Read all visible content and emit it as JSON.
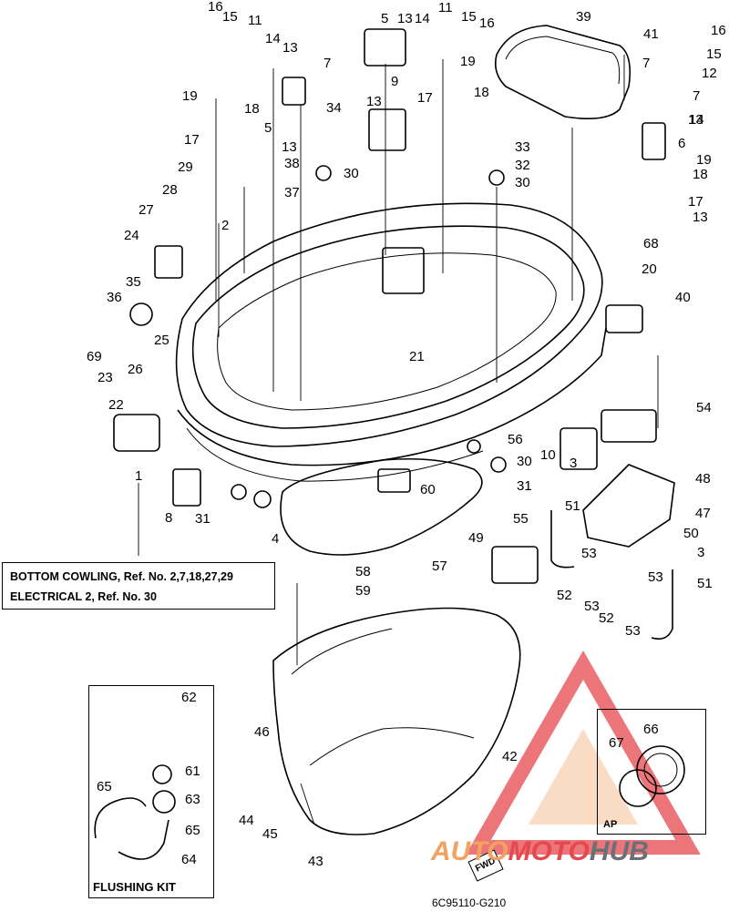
{
  "callouts": [
    "16",
    "15",
    "11",
    "14",
    "13",
    "7",
    "5",
    "13",
    "14",
    "11",
    "15",
    "16",
    "39",
    "41",
    "16",
    "15",
    "12",
    "7",
    "13",
    "19",
    "18",
    "9",
    "17",
    "18",
    "19",
    "5",
    "13",
    "34",
    "7",
    "14",
    "13",
    "6",
    "17",
    "38",
    "33",
    "32",
    "30",
    "18",
    "29",
    "30",
    "37",
    "28",
    "17",
    "27",
    "2",
    "13",
    "19",
    "24",
    "35",
    "36",
    "69",
    "25",
    "26",
    "23",
    "22",
    "21",
    "68",
    "20",
    "40",
    "54",
    "56",
    "30",
    "10",
    "31",
    "48",
    "47",
    "1",
    "8",
    "31",
    "4",
    "60",
    "3",
    "51",
    "50",
    "55",
    "49",
    "57",
    "58",
    "59",
    "53",
    "53",
    "52",
    "53",
    "3",
    "51",
    "52",
    "53",
    "62",
    "46",
    "42",
    "61",
    "65",
    "63",
    "65",
    "64",
    "44",
    "45",
    "43",
    "66",
    "67"
  ],
  "ref_box": {
    "line1": "BOTTOM COWLING, Ref. No. 2,7,18,27,29",
    "line2": "ELECTRICAL 2, Ref. No. 30"
  },
  "flushing_kit": {
    "title": "FLUSHING KIT"
  },
  "ap_inset": {
    "label": "AP"
  },
  "fwd_label": "FWD",
  "code": "6C95110-G210",
  "watermark": {
    "part1": "AUTO",
    "part2": "MOTO",
    "part3": "HUB"
  },
  "colors": {
    "watermark_orange": "#f4a261",
    "watermark_red": "#e5484d",
    "watermark_gray": "#6b6f76"
  }
}
